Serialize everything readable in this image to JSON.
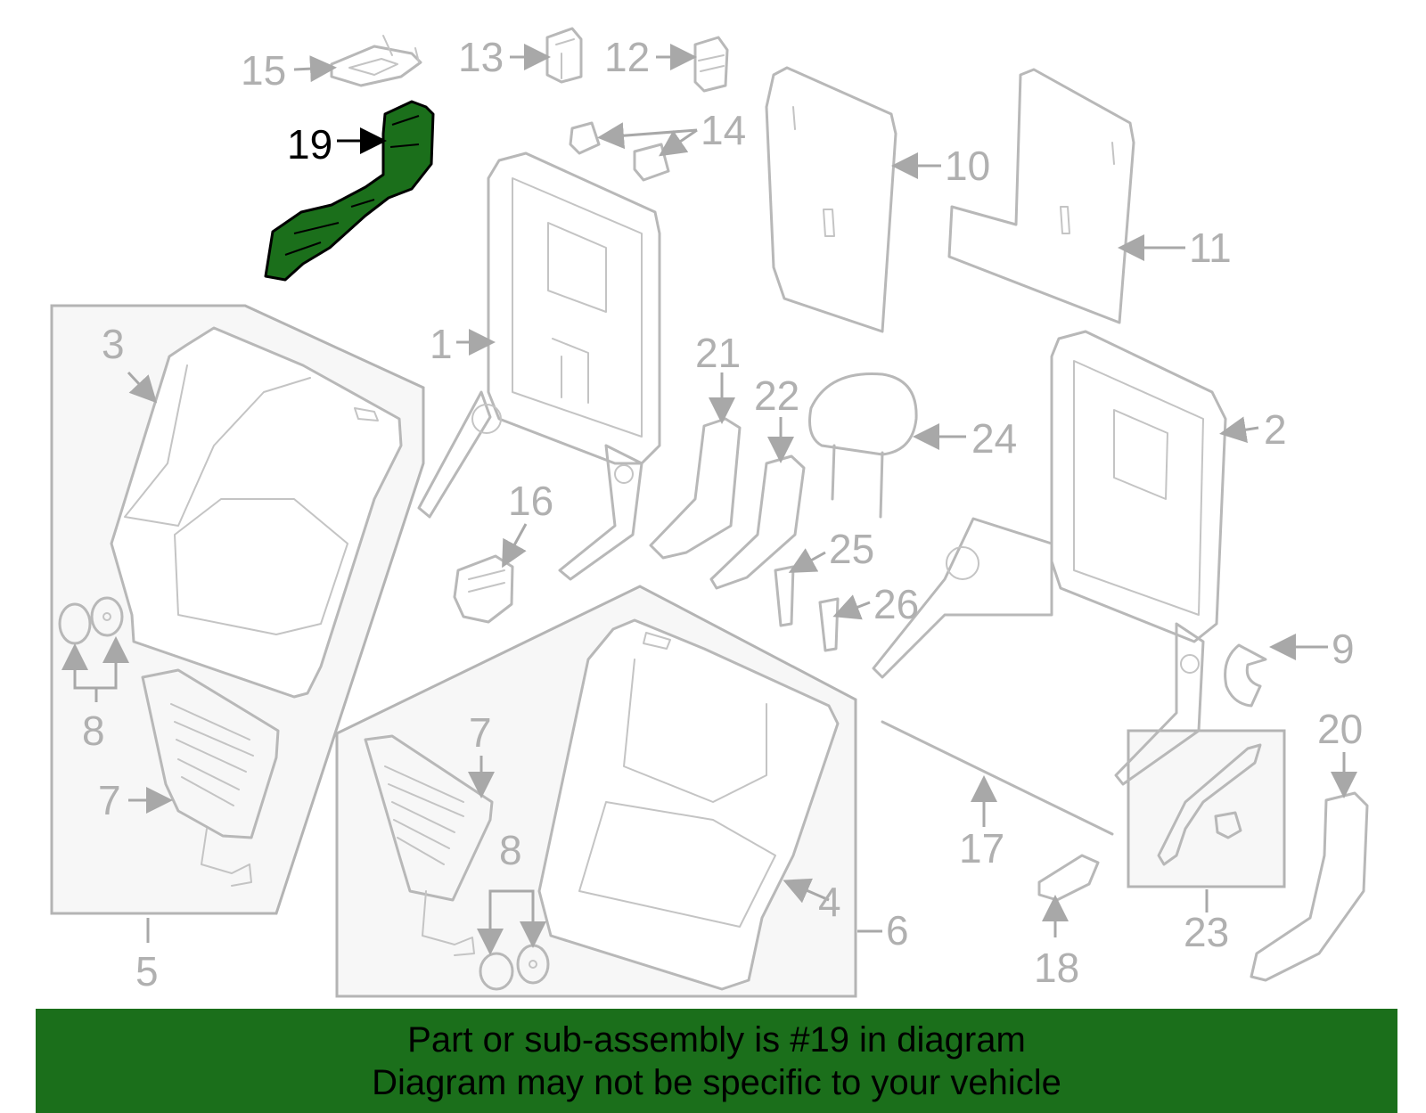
{
  "callouts": {
    "c1": "1",
    "c2": "2",
    "c3": "3",
    "c4": "4",
    "c5": "5",
    "c6": "6",
    "c7a": "7",
    "c7b": "7",
    "c8a": "8",
    "c8b": "8",
    "c9": "9",
    "c10": "10",
    "c11": "11",
    "c12": "12",
    "c13": "13",
    "c14": "14",
    "c15": "15",
    "c16": "16",
    "c17": "17",
    "c18": "18",
    "c19": "19",
    "c20": "20",
    "c21": "21",
    "c22": "22",
    "c23": "23",
    "c24": "24",
    "c25": "25",
    "c26": "26"
  },
  "highlight": {
    "part": "19",
    "color": "#1b6f1b"
  },
  "banner": {
    "line1": "Part or sub-assembly is #19 in diagram",
    "line2": "Diagram may not be specific to your vehicle",
    "background": "#1b6f1b"
  }
}
